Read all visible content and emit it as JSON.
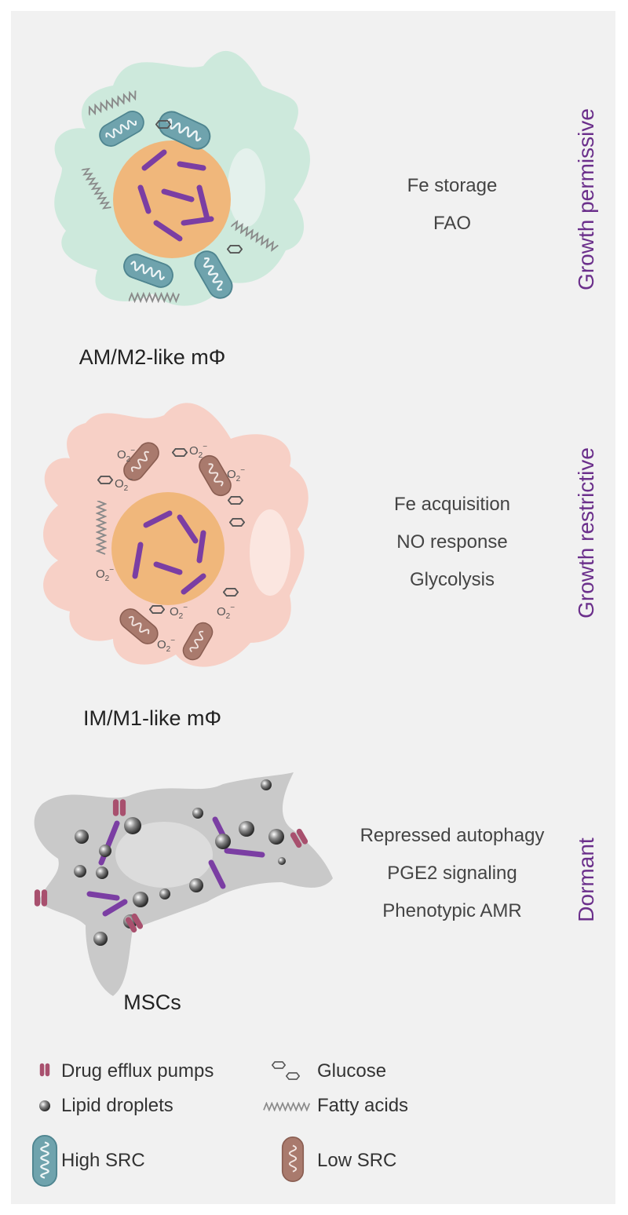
{
  "cells": [
    {
      "name": "AM/M2-like mΦ",
      "state": "Growth permissive",
      "properties": [
        "Fe storage",
        "FAO"
      ],
      "color": "#cde9dc"
    },
    {
      "name": "IM/M1-like mΦ",
      "state": "Growth restrictive",
      "properties": [
        "Fe acquisition",
        "NO response",
        "Glycolysis"
      ],
      "color": "#f7d0c6"
    },
    {
      "name": "MSCs",
      "state": "Dormant",
      "properties": [
        "Repressed autophagy",
        "PGE2 signaling",
        "Phenotypic AMR"
      ],
      "color": "#c9c9c9"
    }
  ],
  "superoxide": {
    "base": "O",
    "subscript": "2",
    "superscript": "−"
  },
  "legend": {
    "drug_efflux_pumps": "Drug efflux pumps",
    "glucose": "Glucose",
    "lipid_droplets": "Lipid droplets",
    "fatty_acids": "Fatty acids",
    "high_src": "High SRC",
    "low_src": "Low SRC"
  },
  "colors": {
    "background": "#f1f1f1",
    "nucleus": "#f0b77b",
    "bacteria": "#7b3ea3",
    "state_text": "#6b2f8b",
    "high_src_mito": "#6fa3ad",
    "low_src_mito": "#a97a6d",
    "efflux_pump": "#a8506e"
  }
}
